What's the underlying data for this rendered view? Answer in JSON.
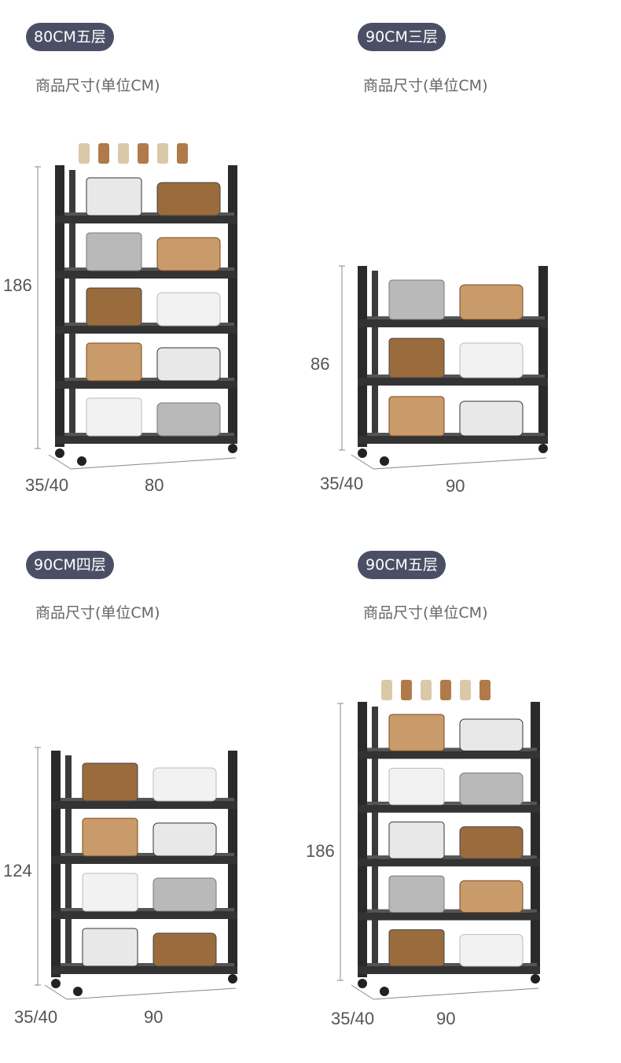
{
  "products": [
    {
      "badge": "80CM五层",
      "subtitle": "商品尺寸(单位CM)",
      "height": "186",
      "depth": "35/40",
      "width": "80",
      "tiers": 5
    },
    {
      "badge": "90CM三层",
      "subtitle": "商品尺寸(单位CM)",
      "height": "86",
      "depth": "35/40",
      "width": "90",
      "tiers": 3
    },
    {
      "badge": "90CM四层",
      "subtitle": "商品尺寸(单位CM)",
      "height": "124",
      "depth": "35/40",
      "width": "90",
      "tiers": 4
    },
    {
      "badge": "90CM五层",
      "subtitle": "商品尺寸(单位CM)",
      "height": "186",
      "depth": "35/40",
      "width": "90",
      "tiers": 5
    }
  ]
}
